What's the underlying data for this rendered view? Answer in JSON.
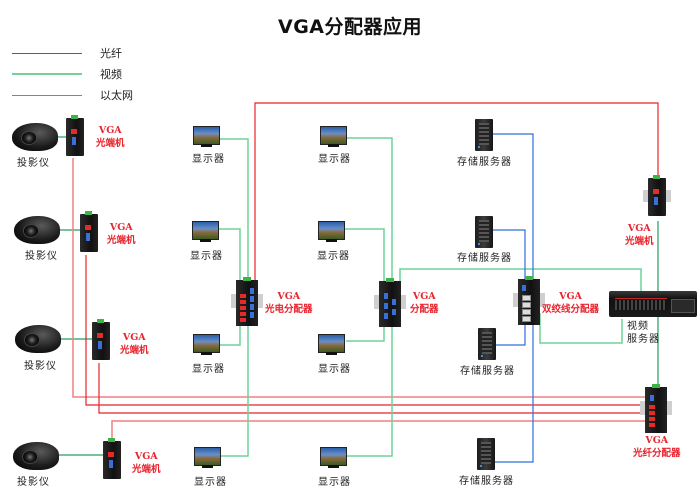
{
  "title": "VGA分配器应用",
  "legend": [
    {
      "label": "光纤",
      "color": "#e8232a"
    },
    {
      "label": "视频",
      "color": "#6fd39a"
    },
    {
      "label": "以太网",
      "color": "#4a90e2"
    }
  ],
  "colors": {
    "fiber": "#e8232a",
    "fiber_light": "#f08080",
    "video": "#6fd39a",
    "video_dark": "#22a05a",
    "ethernet": "#2f6fe0",
    "label_red": "#e8242e"
  },
  "projectors": [
    {
      "label": "投影仪"
    },
    {
      "label": "投影仪"
    },
    {
      "label": "投影仪"
    },
    {
      "label": "投影仪"
    }
  ],
  "converters_left": [
    {
      "line1": "VGA",
      "line2": "光端机"
    },
    {
      "line1": "VGA",
      "line2": "光端机"
    },
    {
      "line1": "VGA",
      "line2": "光端机"
    },
    {
      "line1": "VGA",
      "line2": "光端机"
    }
  ],
  "monitors": [
    {
      "label": "显示器"
    },
    {
      "label": "显示器"
    },
    {
      "label": "显示器"
    },
    {
      "label": "显示器"
    },
    {
      "label": "显示器"
    },
    {
      "label": "显示器"
    },
    {
      "label": "显示器"
    },
    {
      "label": "显示器"
    }
  ],
  "splitters": {
    "optical_electric": {
      "line1": "VGA",
      "line2": "光电分配器"
    },
    "vga": {
      "line1": "VGA",
      "line2": "分配器"
    },
    "twisted_pair": {
      "line1": "VGA",
      "line2": "双绞线分配器"
    },
    "fiber": {
      "line1": "VGA",
      "line2": "光纤分配器"
    }
  },
  "converter_right": {
    "line1": "VGA",
    "line2": "光端机"
  },
  "storage_servers": [
    {
      "label": "存储服务器"
    },
    {
      "label": "存储服务器"
    },
    {
      "label": "存储服务器"
    },
    {
      "label": "存储服务器"
    }
  ],
  "video_server": {
    "line1": "视频",
    "line2": "服务器"
  }
}
